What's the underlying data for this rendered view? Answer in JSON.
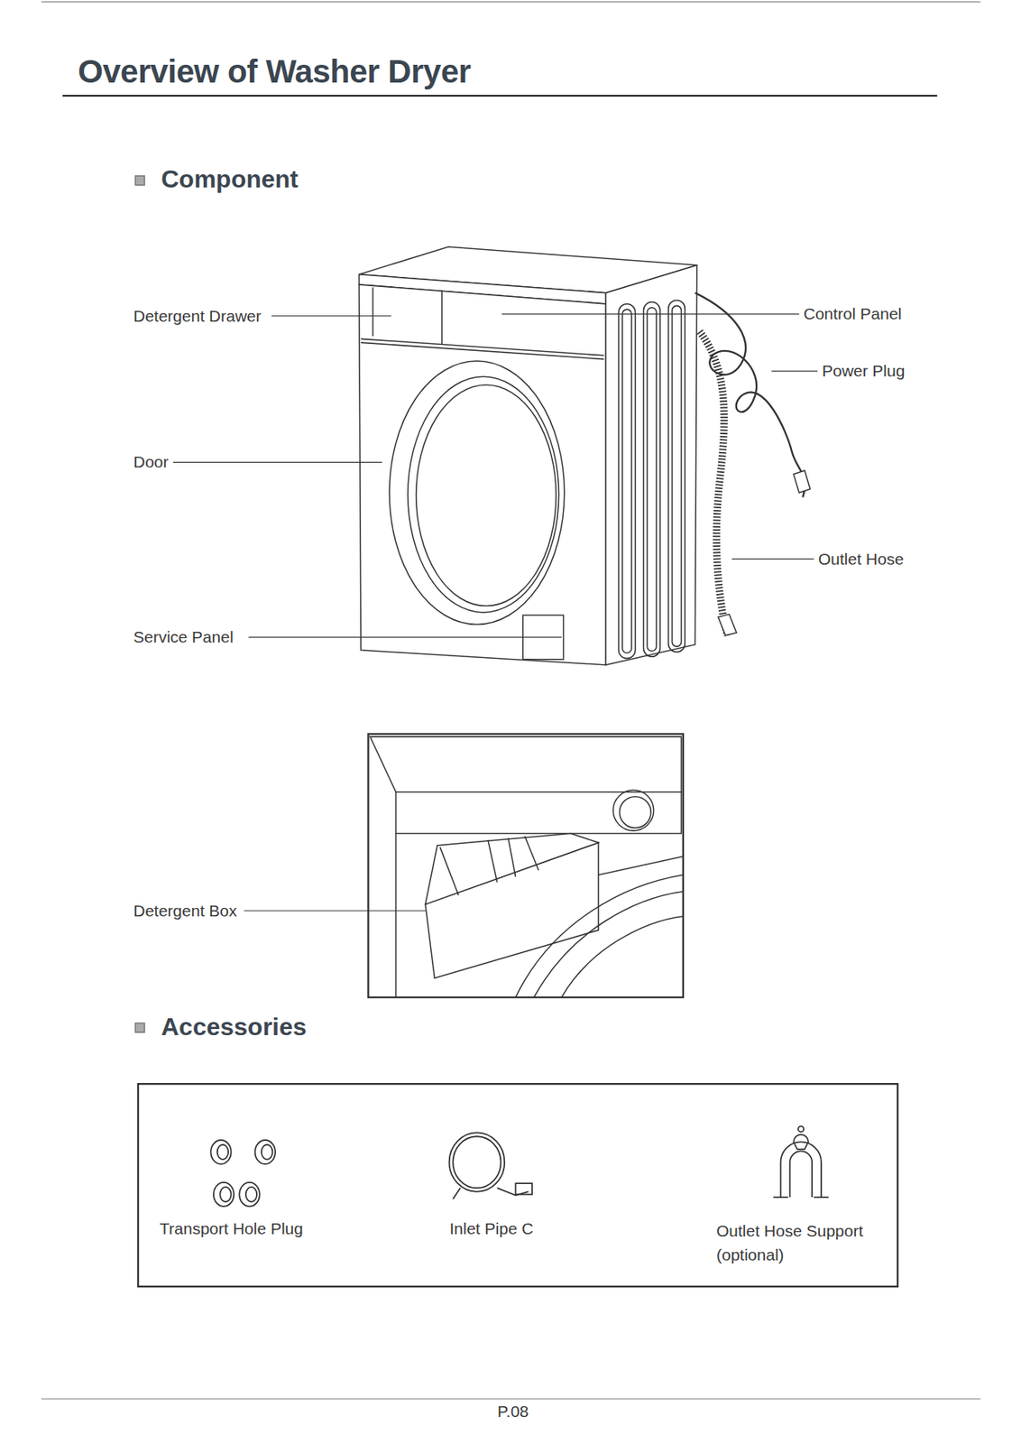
{
  "diagram": {
    "title": "Overview of Washer Dryer",
    "labels": [
      "Component",
      "Detergent Drawer",
      "Control Panel",
      "Power Plug",
      "Door",
      "Outlet Hose",
      "Service Panel",
      "Detergent Box",
      "Accessories",
      "Transport Hole Plug",
      "Inlet Pipe C",
      "Outlet Hose Support (optional)",
      "P.08"
    ]
  }
}
